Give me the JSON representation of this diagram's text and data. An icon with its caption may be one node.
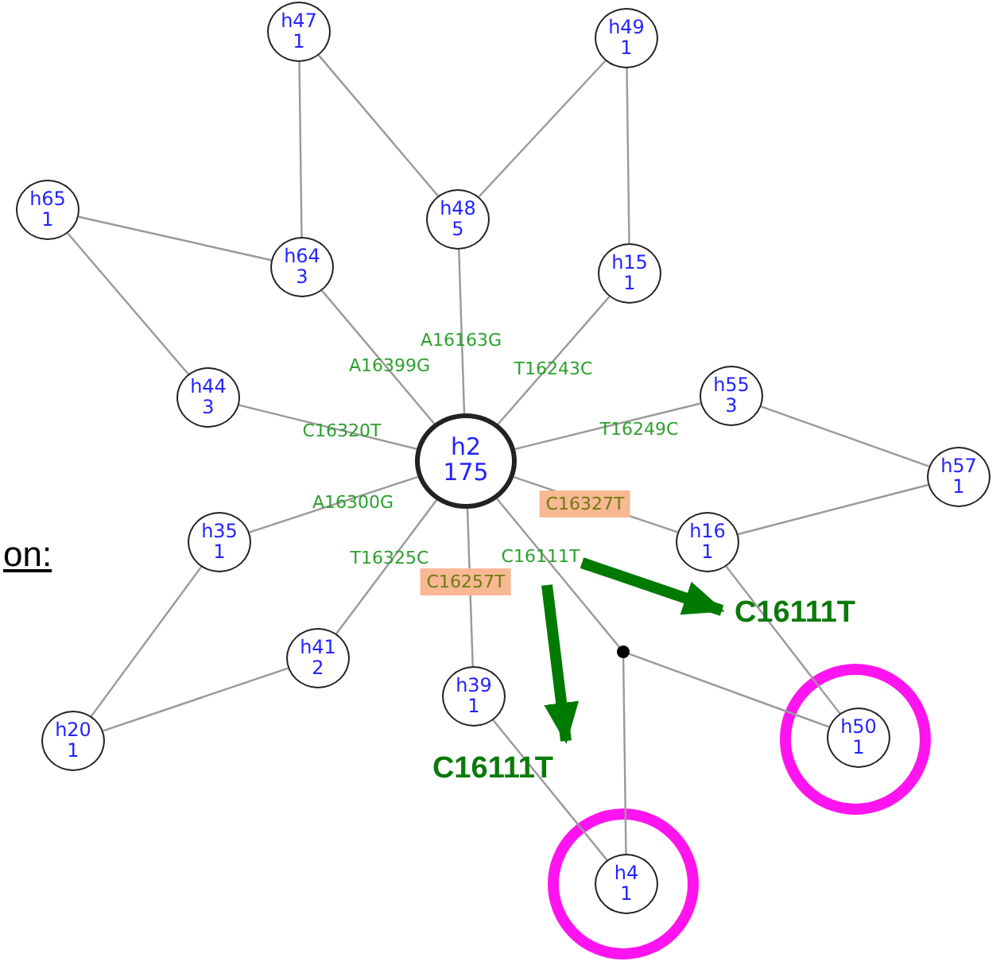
{
  "diagram": {
    "nodes": [
      {
        "text": [
          "h47",
          "1"
        ]
      },
      {
        "text": [
          "h49",
          "1"
        ]
      },
      {
        "text": [
          "h65",
          "1"
        ]
      },
      {
        "text": [
          "h48",
          "5"
        ]
      },
      {
        "text": [
          "h64",
          "3"
        ]
      },
      {
        "text": [
          "h15",
          "1"
        ]
      },
      {
        "text": [
          "h44",
          "3"
        ]
      },
      {
        "text": [
          "h55",
          "3"
        ]
      },
      {
        "text": [
          "h2",
          "175"
        ]
      },
      {
        "text": [
          "h57",
          "1"
        ]
      },
      {
        "text": [
          "h35",
          "1"
        ]
      },
      {
        "text": [
          "h16",
          "1"
        ]
      },
      {
        "text": [
          "C16111T"
        ]
      },
      {
        "text": [],
        "shape": "circle"
      },
      {
        "text": [
          "h41",
          "2"
        ]
      },
      {
        "text": [
          "h39",
          "1"
        ]
      },
      {
        "text": [
          "h20",
          "1"
        ]
      },
      {
        "text": [
          "h50",
          "1"
        ]
      },
      {
        "text": [
          "C16111T"
        ]
      },
      {
        "text": [
          "h4",
          "1"
        ]
      }
    ],
    "edges": [
      {
        "from": 0,
        "to": 4,
        "arrow": "none"
      },
      {
        "from": 0,
        "to": 3,
        "arrow": "none"
      },
      {
        "from": 1,
        "to": 3,
        "arrow": "none"
      },
      {
        "from": 1,
        "to": 5,
        "arrow": "none"
      },
      {
        "from": 2,
        "to": 4,
        "arrow": "none"
      },
      {
        "from": 2,
        "to": 6,
        "arrow": "none"
      },
      {
        "from": 3,
        "to": 8,
        "arrow": "none",
        "label": "A16163G"
      },
      {
        "from": 4,
        "to": 8,
        "arrow": "none",
        "label": "A16399G"
      },
      {
        "from": 5,
        "to": 8,
        "arrow": "none",
        "label": "T16243C"
      },
      {
        "from": 6,
        "to": 8,
        "arrow": "none",
        "label": "C16320T"
      },
      {
        "from": 7,
        "to": 8,
        "arrow": "none",
        "label": "T16249C"
      },
      {
        "from": 7,
        "to": 9,
        "arrow": "none"
      },
      {
        "from": 9,
        "to": 11,
        "arrow": "none"
      },
      {
        "from": 8,
        "to": 11,
        "arrow": "none",
        "label": "C16327T"
      },
      {
        "from": 8,
        "to": 10,
        "arrow": "none",
        "label": "A16300G"
      },
      {
        "from": 8,
        "to": 14,
        "arrow": "none",
        "label": "T16325C"
      },
      {
        "from": 8,
        "to": 15,
        "arrow": "none",
        "label": "C16257T"
      },
      {
        "from": 8,
        "to": 13,
        "arrow": "none",
        "label": "C16111T"
      },
      {
        "from": 13,
        "to": 19,
        "arrow": "none"
      },
      {
        "from": 13,
        "to": 17,
        "arrow": "none"
      },
      {
        "from": 11,
        "to": 17,
        "arrow": "none"
      },
      {
        "from": 15,
        "to": 19,
        "arrow": "none"
      },
      {
        "from": 10,
        "to": 16,
        "arrow": "none"
      },
      {
        "from": 14,
        "to": 16,
        "arrow": "none"
      },
      {
        "from": null,
        "to": 12,
        "arrow": "to",
        "style": "thick",
        "color": "#007a00"
      },
      {
        "from": null,
        "to": 18,
        "arrow": "to",
        "style": "thick",
        "color": "#007a00"
      }
    ],
    "labels": [
      "on:"
    ]
  }
}
